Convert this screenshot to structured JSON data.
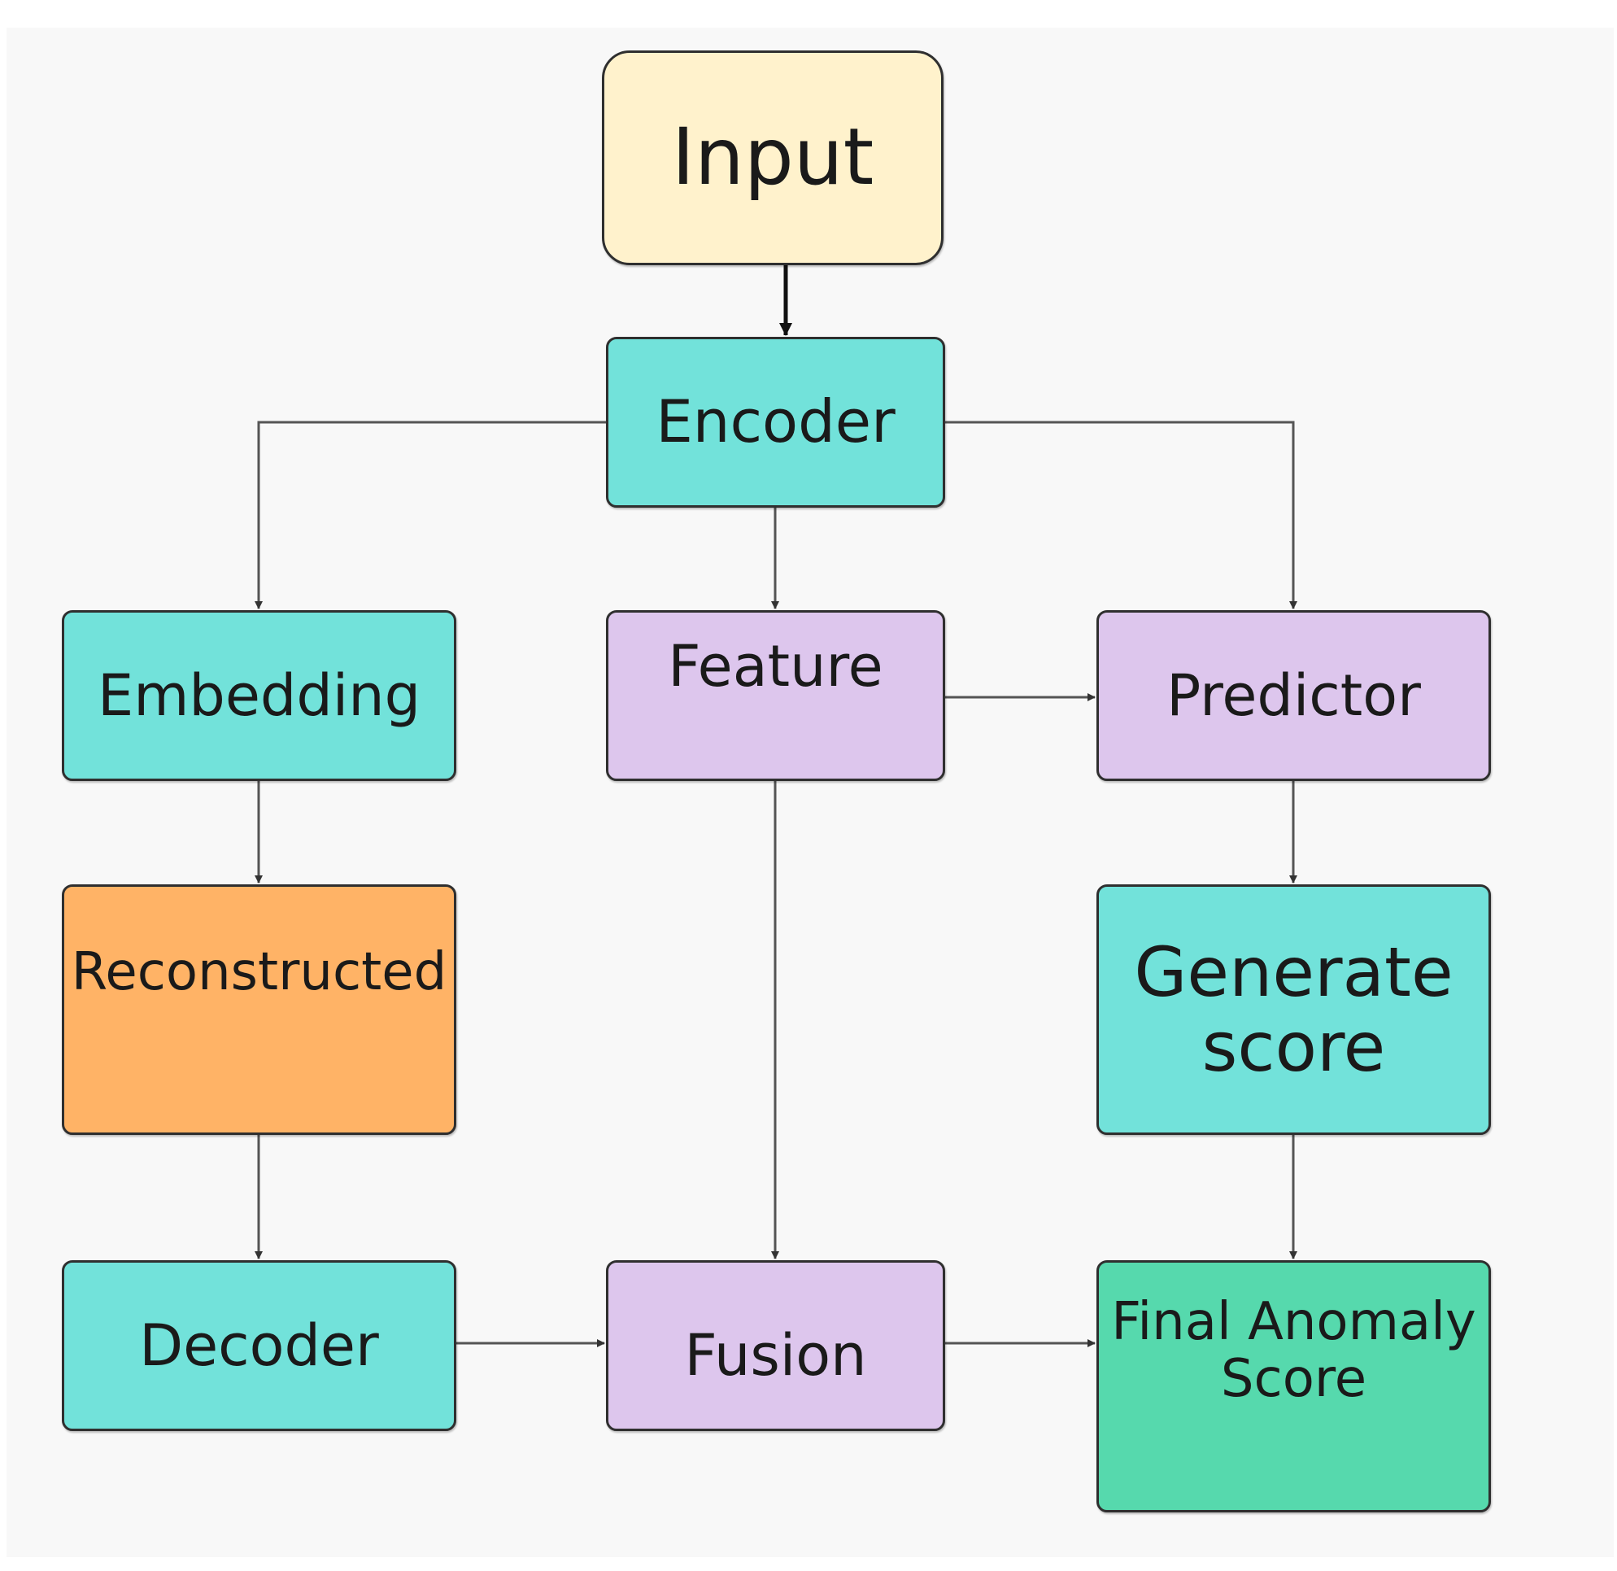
{
  "colors": {
    "input": "#fff2cc",
    "teal": "#72e2da",
    "lavender": "#ddc6ed",
    "orange": "#ffb366",
    "green": "#56d9ad",
    "arrow": "#555555"
  },
  "nodes": {
    "input": "Input",
    "encoder": "Encoder",
    "embedding": "Embedding",
    "feature": "Feature",
    "predictor": "Predictor",
    "reconstructed": "Reconstructed",
    "generate_line1": "Generate",
    "generate_line2": "score",
    "decoder": "Decoder",
    "fusion": "Fusion",
    "final_line1": "Final Anomaly",
    "final_line2": "Score"
  },
  "edges": [
    {
      "from": "input",
      "to": "encoder"
    },
    {
      "from": "encoder",
      "to": "embedding"
    },
    {
      "from": "encoder",
      "to": "feature"
    },
    {
      "from": "encoder",
      "to": "predictor"
    },
    {
      "from": "feature",
      "to": "predictor"
    },
    {
      "from": "embedding",
      "to": "reconstructed"
    },
    {
      "from": "reconstructed",
      "to": "decoder"
    },
    {
      "from": "feature",
      "to": "fusion"
    },
    {
      "from": "predictor",
      "to": "generate"
    },
    {
      "from": "generate",
      "to": "final"
    },
    {
      "from": "decoder",
      "to": "fusion"
    },
    {
      "from": "fusion",
      "to": "final"
    }
  ]
}
